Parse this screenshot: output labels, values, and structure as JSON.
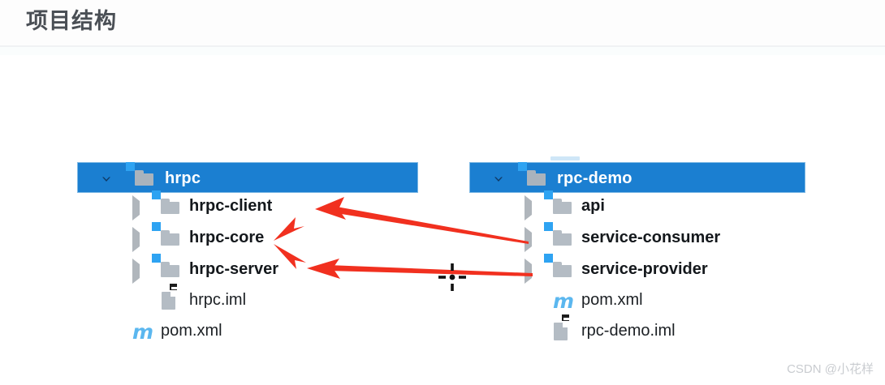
{
  "header": {
    "title": "项目结构"
  },
  "trees": [
    {
      "id": "left",
      "root": {
        "label": "hrpc",
        "icon": "folder-module-icon",
        "expanded_icon": "chevron-down-icon",
        "selected": true
      },
      "children": [
        {
          "label": "hrpc-client",
          "icon": "folder-module-icon",
          "toggle": "chevron-right-icon",
          "kind": "folder",
          "bold": true
        },
        {
          "label": "hrpc-core",
          "icon": "folder-module-icon",
          "toggle": "chevron-right-icon",
          "kind": "folder",
          "bold": true
        },
        {
          "label": "hrpc-server",
          "icon": "folder-module-icon",
          "toggle": "chevron-right-icon",
          "kind": "folder",
          "bold": true
        },
        {
          "label": "hrpc.iml",
          "icon": "iml-file-icon",
          "toggle": "",
          "kind": "file",
          "bold": false,
          "indent": "deep"
        },
        {
          "label": "pom.xml",
          "icon": "maven-icon",
          "toggle": "",
          "kind": "file",
          "bold": false,
          "indent": "shallow"
        }
      ]
    },
    {
      "id": "right",
      "root": {
        "label": "rpc-demo",
        "icon": "folder-module-icon",
        "expanded_icon": "chevron-down-icon",
        "selected": true
      },
      "children": [
        {
          "label": "api",
          "icon": "folder-module-icon",
          "toggle": "chevron-right-icon",
          "kind": "folder",
          "bold": true
        },
        {
          "label": "service-consumer",
          "icon": "folder-module-icon",
          "toggle": "chevron-right-icon",
          "kind": "folder",
          "bold": true
        },
        {
          "label": "service-provider",
          "icon": "folder-module-icon",
          "toggle": "chevron-right-icon",
          "kind": "folder",
          "bold": true
        },
        {
          "label": "pom.xml",
          "icon": "maven-icon",
          "toggle": "",
          "kind": "file",
          "bold": false,
          "indent": "deep"
        },
        {
          "label": "rpc-demo.iml",
          "icon": "iml-file-icon",
          "toggle": "",
          "kind": "file",
          "bold": false,
          "indent": "deep"
        }
      ]
    }
  ],
  "annotations": {
    "arrow_color": "#f1301f",
    "arrows": [
      {
        "name": "arrow-consumer-to-client",
        "from": "service-consumer",
        "to": "hrpc-client"
      },
      {
        "name": "arrow-to-core",
        "from": "",
        "to": "hrpc-core"
      },
      {
        "name": "arrow-provider-to-server",
        "from": "service-provider",
        "to": "hrpc-server"
      }
    ],
    "cursor": "crosshair-cursor"
  },
  "colors": {
    "selection_blue": "#1b7fd1",
    "module_badge_blue": "#2ea3f2",
    "folder_gray": "#b4bcc4",
    "maven_blue": "#5bb7ef",
    "title_gray": "#4a4f55",
    "arrow_red": "#f1301f"
  },
  "watermark": {
    "text": "CSDN @小花样"
  }
}
